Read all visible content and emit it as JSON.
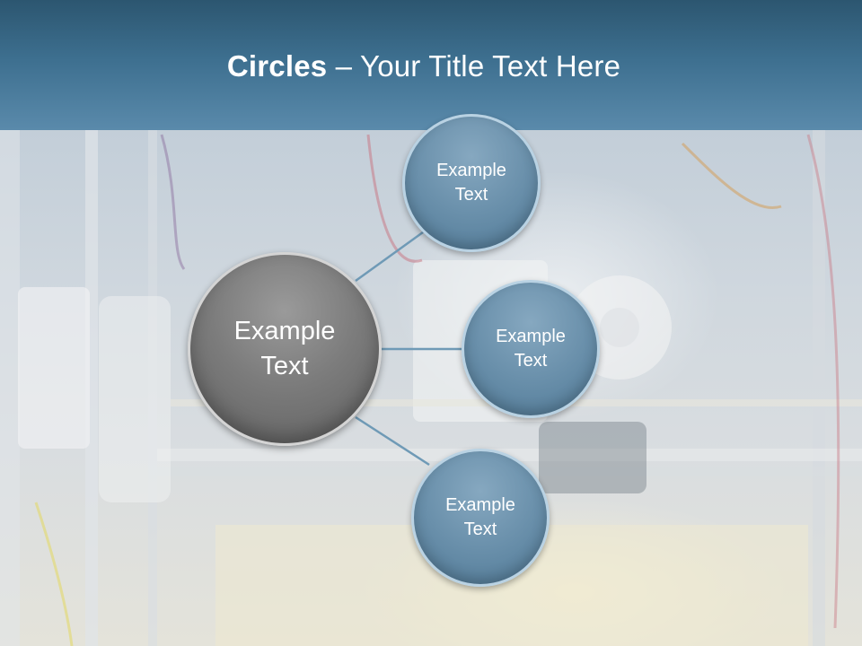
{
  "title": {
    "bold": "Circles",
    "rest": " – Your Title Text Here"
  },
  "center": {
    "label": "Example\nText"
  },
  "nodes": [
    {
      "label": "Example\nText"
    },
    {
      "label": "Example\nText"
    },
    {
      "label": "Example\nText"
    }
  ],
  "colors": {
    "header": "#3d6f8f",
    "center_fill": "#7c7c7c",
    "node_fill": "#6a90ab",
    "connector": "#6f9ab6"
  }
}
